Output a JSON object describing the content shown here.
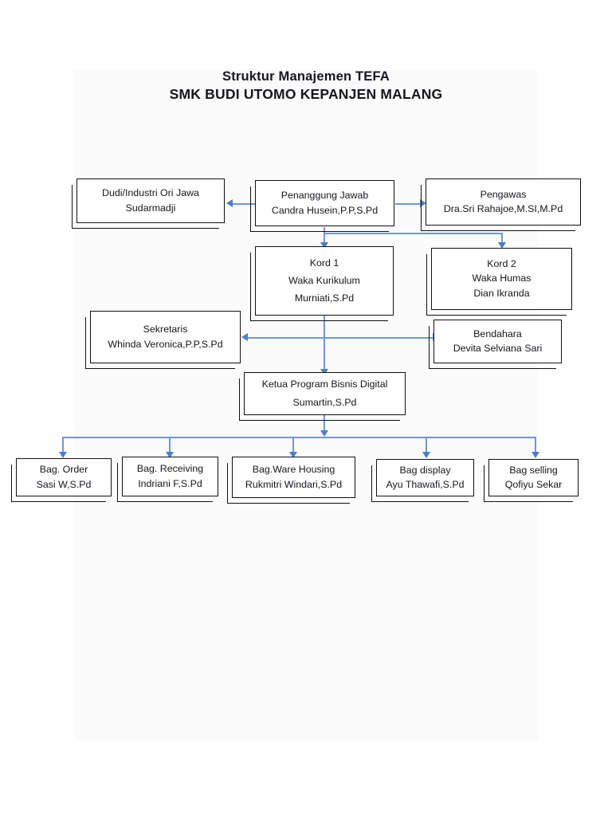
{
  "title": {
    "line1": "Struktur Manajemen TEFA",
    "line2": "SMK BUDI UTOMO KEPANJEN MALANG"
  },
  "colors": {
    "connector": "#6f96d8",
    "arrow_head": "#4a7ec9",
    "box_border": "#111111",
    "box_fill": "#ffffff",
    "canvas": "#fbfbfb",
    "text": "#16161d"
  },
  "nodes": {
    "dudi": {
      "line1": "Dudi/Industri Ori Jawa",
      "line2": "Sudarmadji"
    },
    "penanggung": {
      "line1": "Penanggung Jawab",
      "line2": "Candra Husein,P.P,S.Pd"
    },
    "pengawas": {
      "line1": "Pengawas",
      "line2": "Dra.Sri Rahajoe,M.SI,M.Pd"
    },
    "kord1": {
      "line1": "Kord 1",
      "line2": "Waka Kurikulum",
      "line3": "Murniati,S.Pd"
    },
    "kord2": {
      "line1": "Kord 2",
      "line2": "Waka Humas",
      "line3": "Dian Ikranda"
    },
    "sekretaris": {
      "line1": "Sekretaris",
      "line2": "Whinda Veronica,P.P,S.Pd"
    },
    "bendahara": {
      "line1": "Bendahara",
      "line2": "Devita Selviana Sari"
    },
    "ketua": {
      "line1": "Ketua Program Bisnis Digital",
      "line2": "Sumartin,S.Pd"
    },
    "order": {
      "line1": "Bag. Order",
      "line2": "Sasi W,S.Pd"
    },
    "receiving": {
      "line1": "Bag. Receiving",
      "line2": "Indriani F,S.Pd"
    },
    "warehousing": {
      "line1": "Bag.Ware Housing",
      "line2": "Rukmitri Windari,S.Pd"
    },
    "display": {
      "line1": "Bag display",
      "line2": "Ayu Thawafi,S.Pd"
    },
    "selling": {
      "line1": "Bag selling",
      "line2": "Qofiyu Sekar"
    }
  }
}
